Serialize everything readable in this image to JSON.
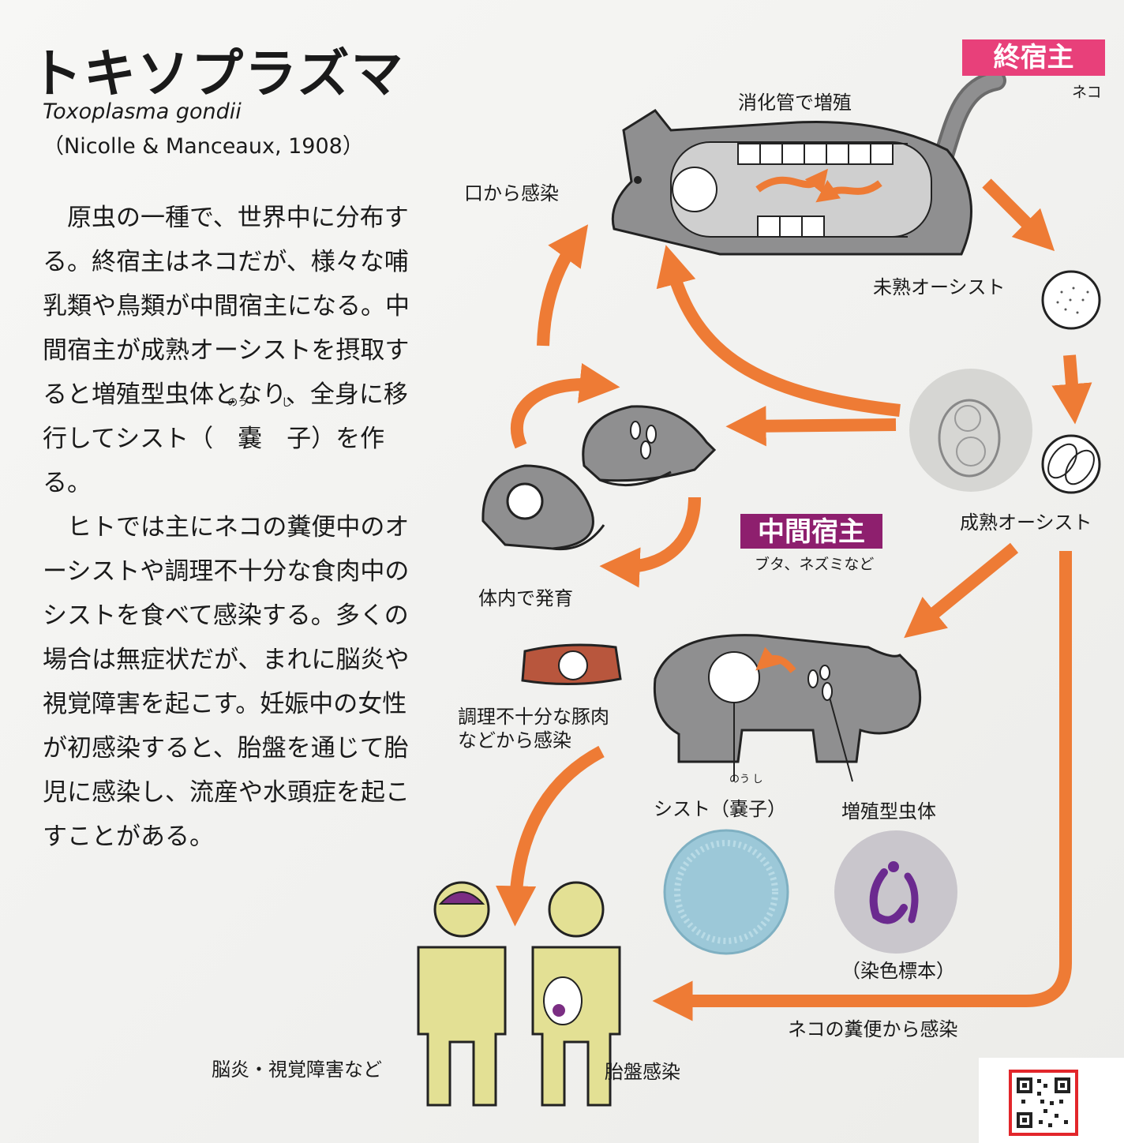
{
  "title": "トキソプラズマ",
  "scientific_name": "Toxoplasma gondii",
  "authority": "（Nicolle & Manceaux, 1908）",
  "description": {
    "p1_a": "原虫の一種で、世界中に分布する。終宿主はネコだが、様々な哺乳類や鳥類が中間宿主になる。中間宿主が成熟オーシストを摂取すると増殖型虫体となり、全身に移行してシスト（",
    "p1_kanji1": "嚢",
    "p1_ruby1": "のう",
    "p1_kanji2": "子",
    "p1_ruby2": "し",
    "p1_b": "）を作る。",
    "p2": "ヒトでは主にネコの糞便中のオーシストや調理不十分な食肉中のシストを食べて感染する。多くの場合は無症状だが、まれに脳炎や視覚障害を起こす。妊娠中の女性が初感染すると、胎盤を通じて胎児に感染し、流産や水頭症を起こすことがある。"
  },
  "definitive_host": {
    "label": "終宿主",
    "sub": "ネコ",
    "color": "#e8407a"
  },
  "intermediate_host": {
    "label": "中間宿主",
    "sub": "ブタ、ネズミなど",
    "color": "#8e1f6e"
  },
  "labels": {
    "gut": "消化管で増殖",
    "oral": "口から感染",
    "immature": "未熟オーシスト",
    "mature": "成熟オーシスト",
    "develop": "体内で発育",
    "pork_1": "調理不十分な豚肉",
    "pork_2": "などから感染",
    "cyst_a": "シスト（",
    "cyst_kanji1": "嚢",
    "cyst_ruby1": "のう",
    "cyst_kanji2": "子",
    "cyst_ruby2": "し",
    "cyst_b": "）",
    "tachy": "増殖型虫体",
    "stain": "（染色標本）",
    "feces": "ネコの糞便から感染",
    "encephalitis": "脳炎・視覚障害など",
    "placenta": "胎盤感染"
  },
  "colors": {
    "arrow": "#ee7b35",
    "animal": "#8f8f90",
    "human": "#e3e094",
    "brain": "#7b2e83"
  }
}
